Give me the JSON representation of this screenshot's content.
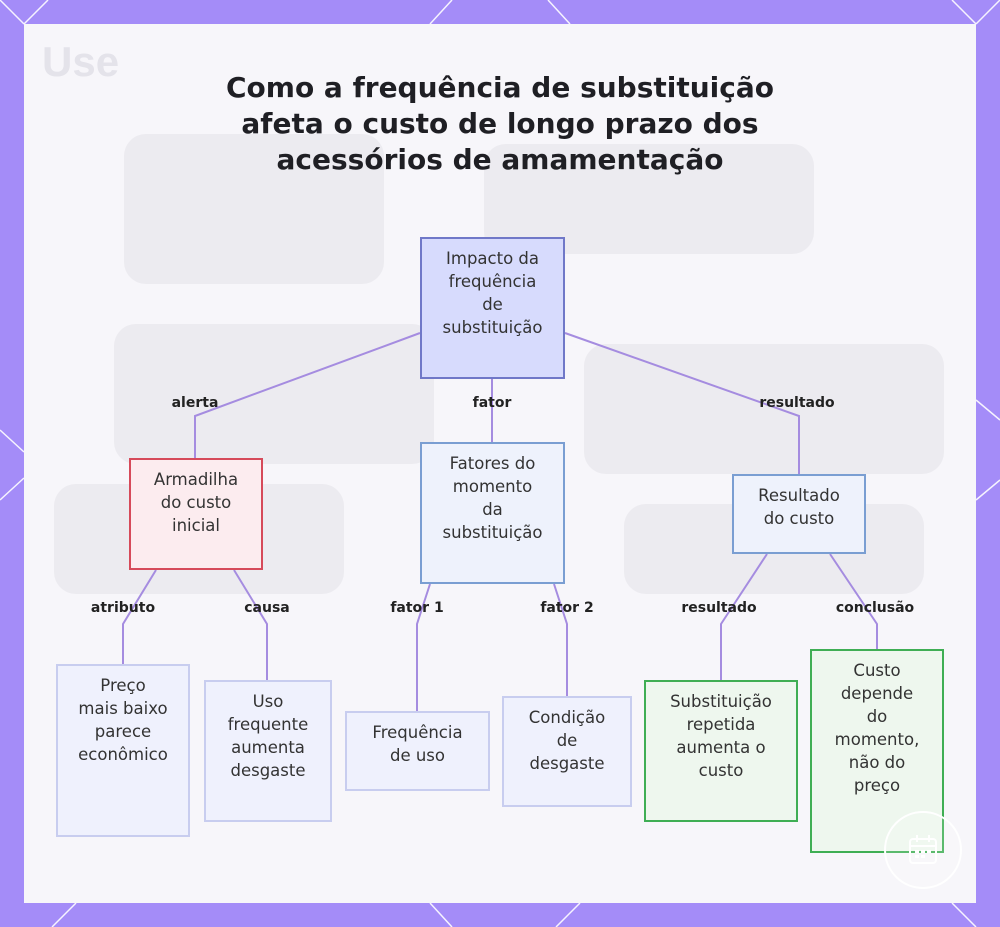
{
  "title_lines": [
    "Como a frequência de substituição",
    "afeta o custo de longo prazo dos",
    "acessórios de amamentação"
  ],
  "background_watermark": "Use",
  "colors": {
    "frame": "#a48cf8",
    "edge": "#a58ce0",
    "root_fill": "#d7dbfd",
    "blue_fill": "#eef2fc",
    "red_border": "#d64a5a",
    "green_border": "#3fae54"
  },
  "nodes": {
    "root": {
      "lines": [
        "Impacto da",
        "frequência",
        "de",
        "substituição"
      ]
    },
    "trap": {
      "lines": [
        "Armadilha",
        "do custo",
        "inicial"
      ]
    },
    "factors": {
      "lines": [
        "Fatores do",
        "momento",
        "da",
        "substituição"
      ]
    },
    "result": {
      "lines": [
        "Resultado",
        "do custo"
      ]
    },
    "price": {
      "lines": [
        "Preço",
        "mais baixo",
        "parece",
        "econômico"
      ]
    },
    "use": {
      "lines": [
        "Uso",
        "frequente",
        "aumenta",
        "desgaste"
      ]
    },
    "freq": {
      "lines": [
        "Frequência",
        "de uso"
      ]
    },
    "cond": {
      "lines": [
        "Condição",
        "de",
        "desgaste"
      ]
    },
    "repeat": {
      "lines": [
        "Substituição",
        "repetida",
        "aumenta o",
        "custo"
      ]
    },
    "depend": {
      "lines": [
        "Custo",
        "depende",
        "do",
        "momento,",
        "não do",
        "preço"
      ]
    }
  },
  "edge_labels": {
    "alerta": "alerta",
    "fator": "fator",
    "resultado_top": "resultado",
    "atributo": "atributo",
    "causa": "causa",
    "fator1": "fator 1",
    "fator2": "fator 2",
    "resultado_bottom": "resultado",
    "conclusao": "conclusão"
  },
  "badge_icon": "calendar-icon"
}
